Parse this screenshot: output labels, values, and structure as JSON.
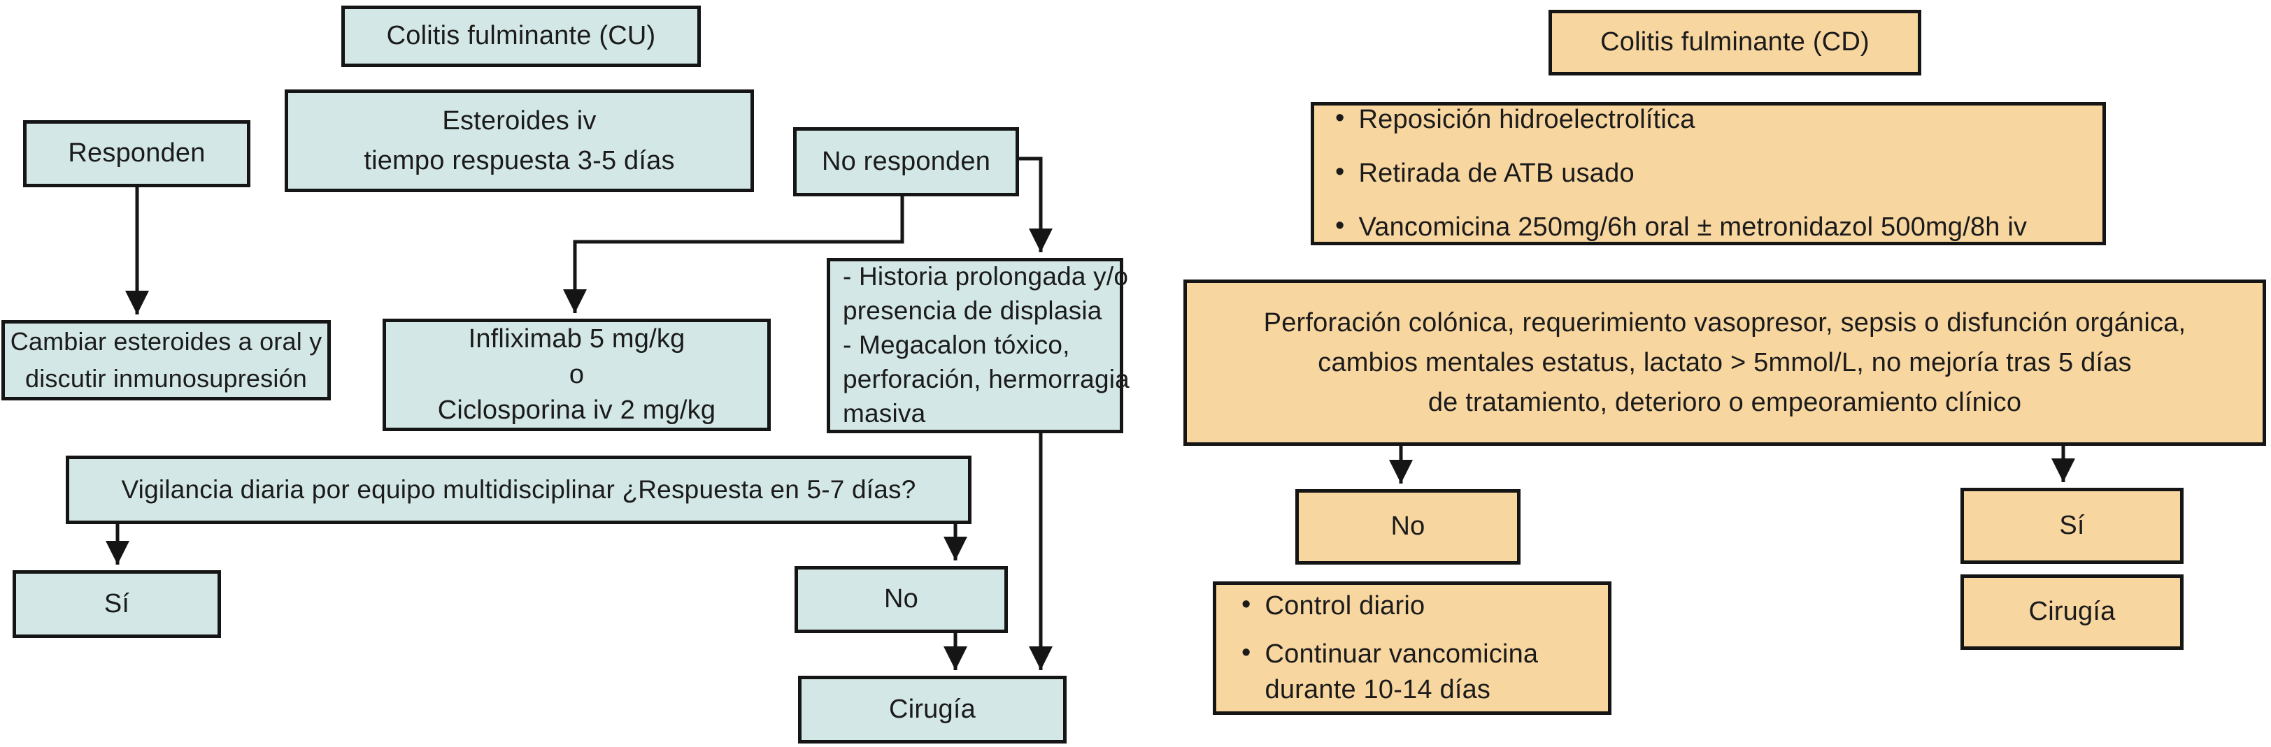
{
  "bullet_char": "•",
  "colors": {
    "cu_fill": "#d3e8e6",
    "cd_fill": "#f8d6a0",
    "border": "#151515",
    "arrow": "#151515",
    "background": "#ffffff"
  },
  "cu": {
    "title": "Colitis fulminante (CU)",
    "nodes": {
      "responden": {
        "label": "Responden"
      },
      "esteroides": {
        "lines": [
          "Esteroides iv",
          "tiempo respuesta 3-5 días"
        ]
      },
      "no_responden": {
        "label": "No responden"
      },
      "cambiar": {
        "lines": [
          "Cambiar esteroides a oral y",
          "discutir inmunosupresión"
        ]
      },
      "infliximab": {
        "lines": [
          "Infliximab 5 mg/kg",
          "o",
          "Ciclosporina iv 2 mg/kg"
        ]
      },
      "historia": {
        "lines": [
          "- Historia prolongada y/o",
          "presencia de displasia",
          "- Megacalon tóxico,",
          "perforación, hermorragia",
          "masiva"
        ]
      },
      "vigilancia": {
        "label": "Vigilancia diaria por equipo multidisciplinar ¿Respuesta en 5-7 días?"
      },
      "si": {
        "label": "Sí"
      },
      "no": {
        "label": "No"
      },
      "cirugia": {
        "label": "Cirugía"
      }
    }
  },
  "cd": {
    "title": "Colitis fulminante (CD)",
    "nodes": {
      "tratamiento": {
        "items": [
          "Reposición hidroelectrolítica",
          "Retirada de ATB usado",
          "Vancomicina 250mg/6h oral ± metronidazol 500mg/8h iv"
        ]
      },
      "criterios": {
        "lines": [
          "Perforación colónica, requerimiento vasopresor, sepsis o disfunción orgánica,",
          "cambios mentales estatus, lactato > 5mmol/L, no mejoría tras 5 días",
          "de tratamiento, deterioro o empeoramiento clínico"
        ]
      },
      "no": {
        "label": "No"
      },
      "si": {
        "label": "Sí"
      },
      "control": {
        "items": [
          "Control diario",
          "Continuar vancomicina\ndurante 10-14 días"
        ]
      },
      "cirugia": {
        "label": "Cirugía"
      }
    }
  }
}
